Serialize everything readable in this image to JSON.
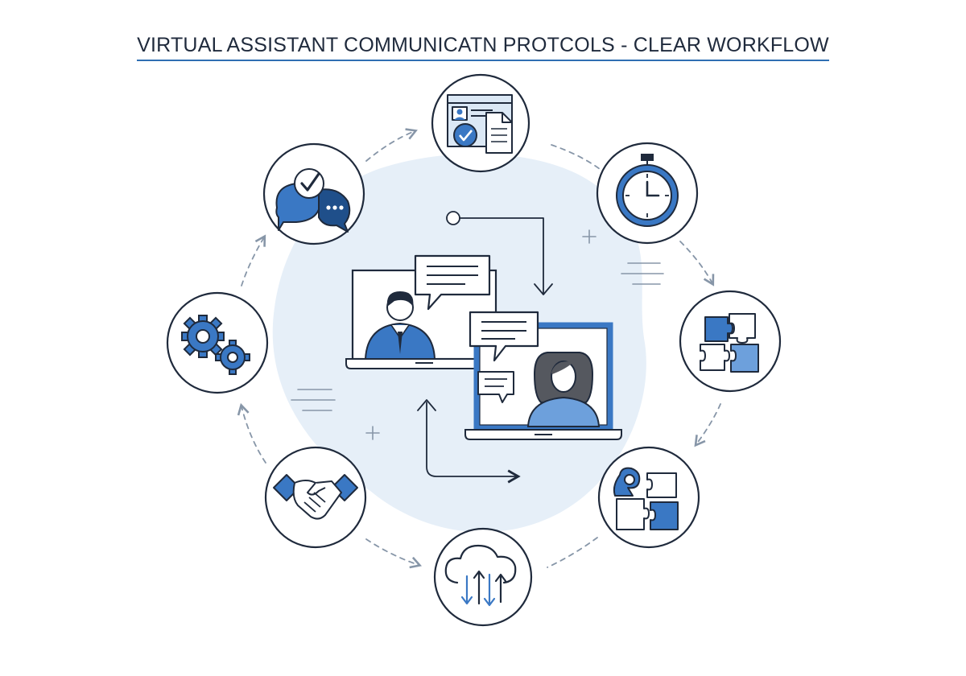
{
  "title": "VIRTUAL ASSISTANT COMMUNICATN PROTCOLS - CLEAR WORKFLOW",
  "colors": {
    "accent": "#3a78c4",
    "dark_outline": "#1f2a3c",
    "light_fill": "#dbe8f5",
    "blob": "#e6eff8",
    "arrow": "#8796a8"
  },
  "nodes": [
    {
      "id": "documents",
      "icon": "document-checklist-icon"
    },
    {
      "id": "timer",
      "icon": "stopwatch-icon"
    },
    {
      "id": "puzzle-top",
      "icon": "puzzle-icon"
    },
    {
      "id": "puzzle-bottom",
      "icon": "puzzle-pieces-icon"
    },
    {
      "id": "cloud-sync",
      "icon": "cloud-sync-icon"
    },
    {
      "id": "handshake",
      "icon": "handshake-icon"
    },
    {
      "id": "settings",
      "icon": "gears-icon"
    },
    {
      "id": "chat-approval",
      "icon": "chat-check-icon"
    }
  ],
  "center": {
    "left_screen_person": "man-avatar-icon",
    "right_screen_person": "woman-avatar-icon",
    "bubbles": [
      "speech-bubble-icon",
      "speech-bubble-icon",
      "speech-bubble-icon"
    ]
  }
}
